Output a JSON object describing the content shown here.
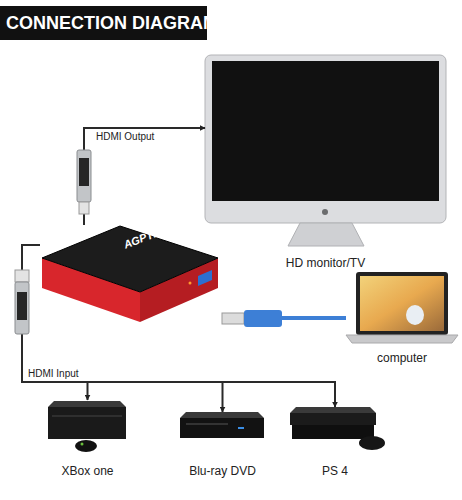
{
  "diagram": {
    "title": "CONNECTION DIAGRAM",
    "nodes": [
      {
        "text": [
          "HD monitor/TV"
        ]
      },
      {
        "text": [
          "AGPTEK"
        ]
      },
      {
        "text": [
          "computer"
        ]
      },
      {
        "text": [
          "XBox one"
        ]
      },
      {
        "text": [
          "Blu-ray DVD"
        ]
      },
      {
        "text": [
          "PS 4"
        ]
      }
    ],
    "edges": [
      {
        "from": 1,
        "to": 0,
        "label": "HDMI Output",
        "arrow": "to"
      },
      {
        "from": 1,
        "to": 3,
        "label": "HDMI Input",
        "arrow": "to"
      },
      {
        "from": 1,
        "to": 4,
        "arrow": "to"
      },
      {
        "from": 1,
        "to": 5,
        "arrow": "to"
      },
      {
        "from": 1,
        "to": 2,
        "arrow": "none"
      }
    ]
  }
}
